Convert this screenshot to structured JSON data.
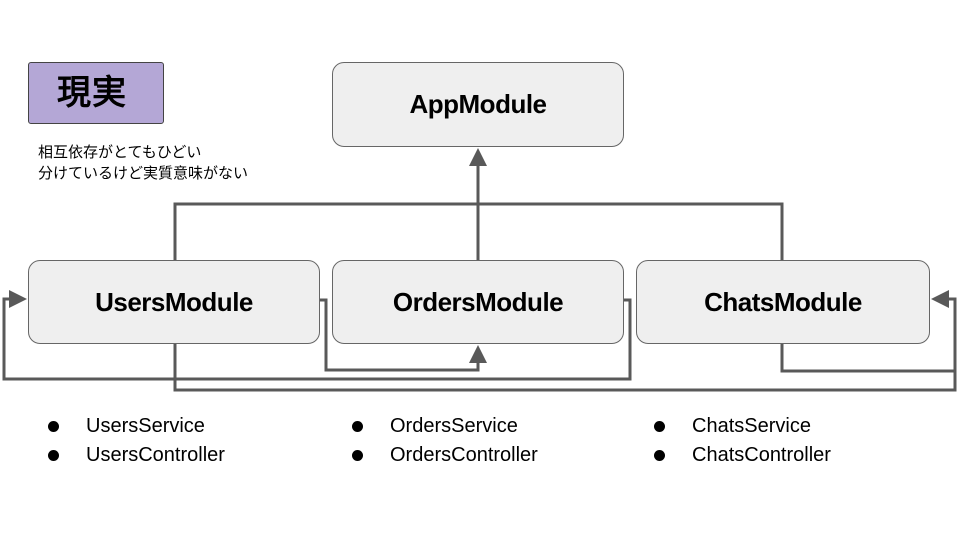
{
  "tag": {
    "label": "現実"
  },
  "note": {
    "lines": [
      "相互依存がとてもひどい",
      "分けているけど実質意味がない"
    ]
  },
  "modules": {
    "app": {
      "label": "AppModule"
    },
    "users": {
      "label": "UsersModule",
      "items": [
        "UsersService",
        "UsersController"
      ]
    },
    "orders": {
      "label": "OrdersModule",
      "items": [
        "OrdersService",
        "OrdersController"
      ]
    },
    "chats": {
      "label": "ChatsModule",
      "items": [
        "ChatsService",
        "ChatsController"
      ]
    }
  },
  "colors": {
    "tag_fill": "#b4a7d6",
    "box_fill": "#efefef",
    "connector": "#595959"
  }
}
